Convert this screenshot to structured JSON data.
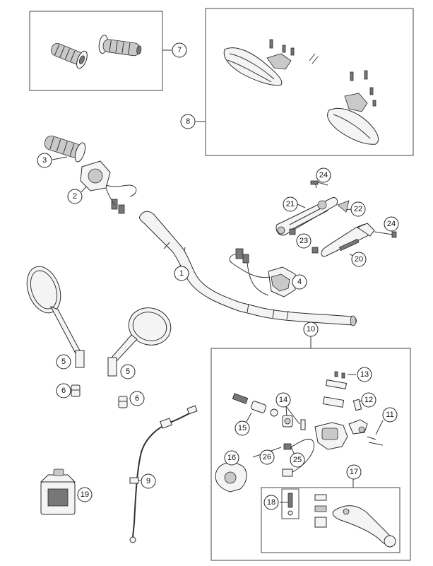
{
  "callouts": [
    {
      "id": "c1",
      "label": "1"
    },
    {
      "id": "c2",
      "label": "2"
    },
    {
      "id": "c3",
      "label": "3"
    },
    {
      "id": "c4",
      "label": "4"
    },
    {
      "id": "c5a",
      "label": "5"
    },
    {
      "id": "c5b",
      "label": "5"
    },
    {
      "id": "c6a",
      "label": "6"
    },
    {
      "id": "c6b",
      "label": "6"
    },
    {
      "id": "c7",
      "label": "7"
    },
    {
      "id": "c8",
      "label": "8"
    },
    {
      "id": "c9",
      "label": "9"
    },
    {
      "id": "c10",
      "label": "10"
    },
    {
      "id": "c11",
      "label": "11"
    },
    {
      "id": "c12",
      "label": "12"
    },
    {
      "id": "c13",
      "label": "13"
    },
    {
      "id": "c14",
      "label": "14"
    },
    {
      "id": "c15",
      "label": "15"
    },
    {
      "id": "c16",
      "label": "16"
    },
    {
      "id": "c17",
      "label": "17"
    },
    {
      "id": "c18",
      "label": "18"
    },
    {
      "id": "c19",
      "label": "19"
    },
    {
      "id": "c20",
      "label": "20"
    },
    {
      "id": "c21",
      "label": "21"
    },
    {
      "id": "c22",
      "label": "22"
    },
    {
      "id": "c23",
      "label": "23"
    },
    {
      "id": "c24a",
      "label": "24"
    },
    {
      "id": "c24b",
      "label": "24"
    },
    {
      "id": "c25",
      "label": "25"
    },
    {
      "id": "c26",
      "label": "26"
    }
  ]
}
